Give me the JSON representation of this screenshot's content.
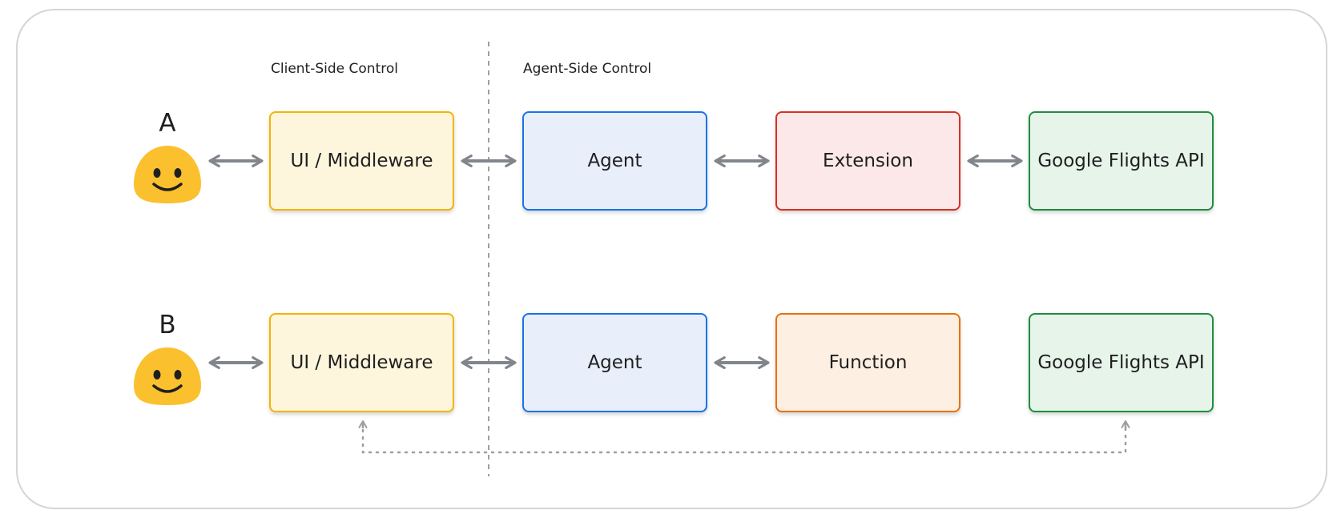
{
  "diagram": {
    "sections": {
      "client_label": "Client-Side Control",
      "agent_label": "Agent-Side Control"
    },
    "rows": [
      {
        "letter": "A",
        "user_icon": "smiley-face-icon",
        "nodes": [
          {
            "label": "UI / Middleware",
            "fill": "#fdf5dc",
            "border": "#f4b400"
          },
          {
            "label": "Agent",
            "fill": "#e8effb",
            "border": "#1a73e8"
          },
          {
            "label": "Extension",
            "fill": "#fce8e8",
            "border": "#d93025"
          },
          {
            "label": "Google Flights API",
            "fill": "#e6f4ea",
            "border": "#1e8e3e"
          }
        ]
      },
      {
        "letter": "B",
        "user_icon": "smiley-face-icon",
        "nodes": [
          {
            "label": "UI / Middleware",
            "fill": "#fdf5dc",
            "border": "#f4b400"
          },
          {
            "label": "Agent",
            "fill": "#e8effb",
            "border": "#1a73e8"
          },
          {
            "label": "Function",
            "fill": "#fdefe2",
            "border": "#e8710a"
          },
          {
            "label": "Google Flights API",
            "fill": "#e6f4ea",
            "border": "#1e8e3e"
          }
        ]
      }
    ],
    "colors": {
      "arrow": "#80868b",
      "divider": "#9e9e9e",
      "face": "#fbc02d",
      "face_features": "#1f1f1f",
      "frame_border": "#d5d5d5"
    }
  }
}
